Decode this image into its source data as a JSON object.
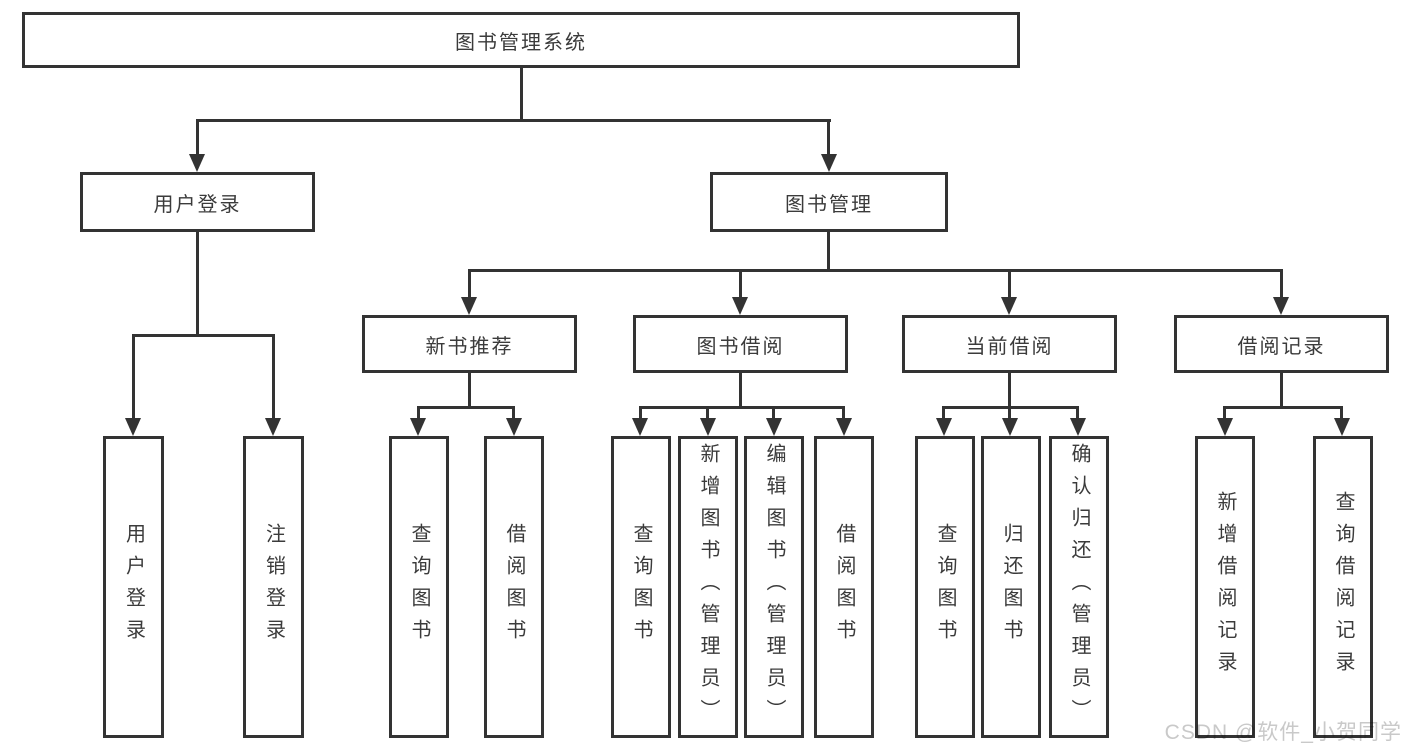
{
  "diagram": {
    "root": {
      "label": "图书管理系统",
      "children": [
        {
          "label": "用户登录",
          "children": [
            {
              "label": "用户登录"
            },
            {
              "label": "注销登录"
            }
          ]
        },
        {
          "label": "图书管理",
          "children": [
            {
              "label": "新书推荐",
              "children": [
                {
                  "label": "查询图书"
                },
                {
                  "label": "借阅图书"
                }
              ]
            },
            {
              "label": "图书借阅",
              "children": [
                {
                  "label": "查询图书"
                },
                {
                  "label": "新增图书（管理员）"
                },
                {
                  "label": "编辑图书（管理员）"
                },
                {
                  "label": "借阅图书"
                }
              ]
            },
            {
              "label": "当前借阅",
              "children": [
                {
                  "label": "查询图书"
                },
                {
                  "label": "归还图书"
                },
                {
                  "label": "确认归还（管理员）"
                }
              ]
            },
            {
              "label": "借阅记录",
              "children": [
                {
                  "label": "新增借阅记录"
                },
                {
                  "label": "查询借阅记录"
                }
              ]
            }
          ]
        }
      ]
    }
  },
  "watermark": {
    "text": "CSDN @软件_小贺同学"
  },
  "colors": {
    "line": "#333333",
    "text": "#3b3b3b",
    "background": "#ffffff",
    "watermark": "#c9c9c9"
  }
}
